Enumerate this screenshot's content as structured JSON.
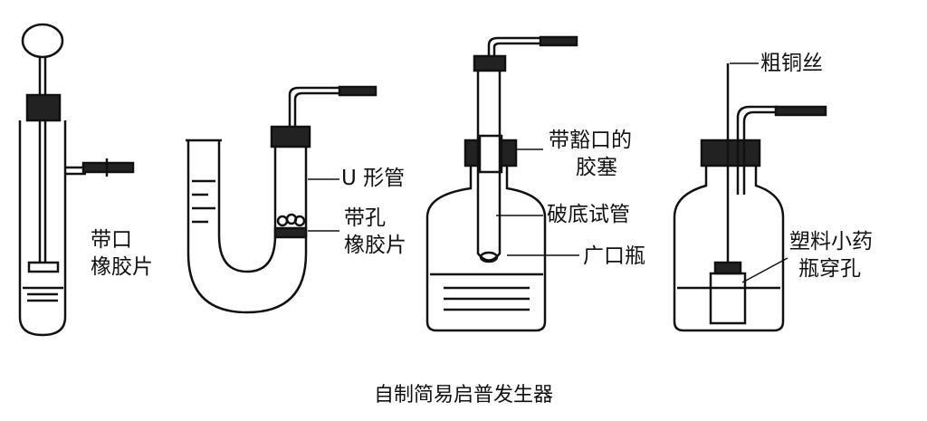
{
  "labels": {
    "slit_rubber_disc": [
      "带口",
      "橡胶片"
    ],
    "u_tube": "U 形管",
    "perforated_rubber_disc": [
      "带孔",
      "橡胶片"
    ],
    "notched_stopper": [
      "带豁口的",
      "胶塞"
    ],
    "broken_test_tube": "破底试管",
    "wide_mouth_bottle": "广口瓶",
    "thick_copper_wire": "粗铜丝",
    "pierced_plastic_vial": [
      "塑料小药",
      "瓶穿孔"
    ]
  },
  "caption": "自制简易启普发生器"
}
